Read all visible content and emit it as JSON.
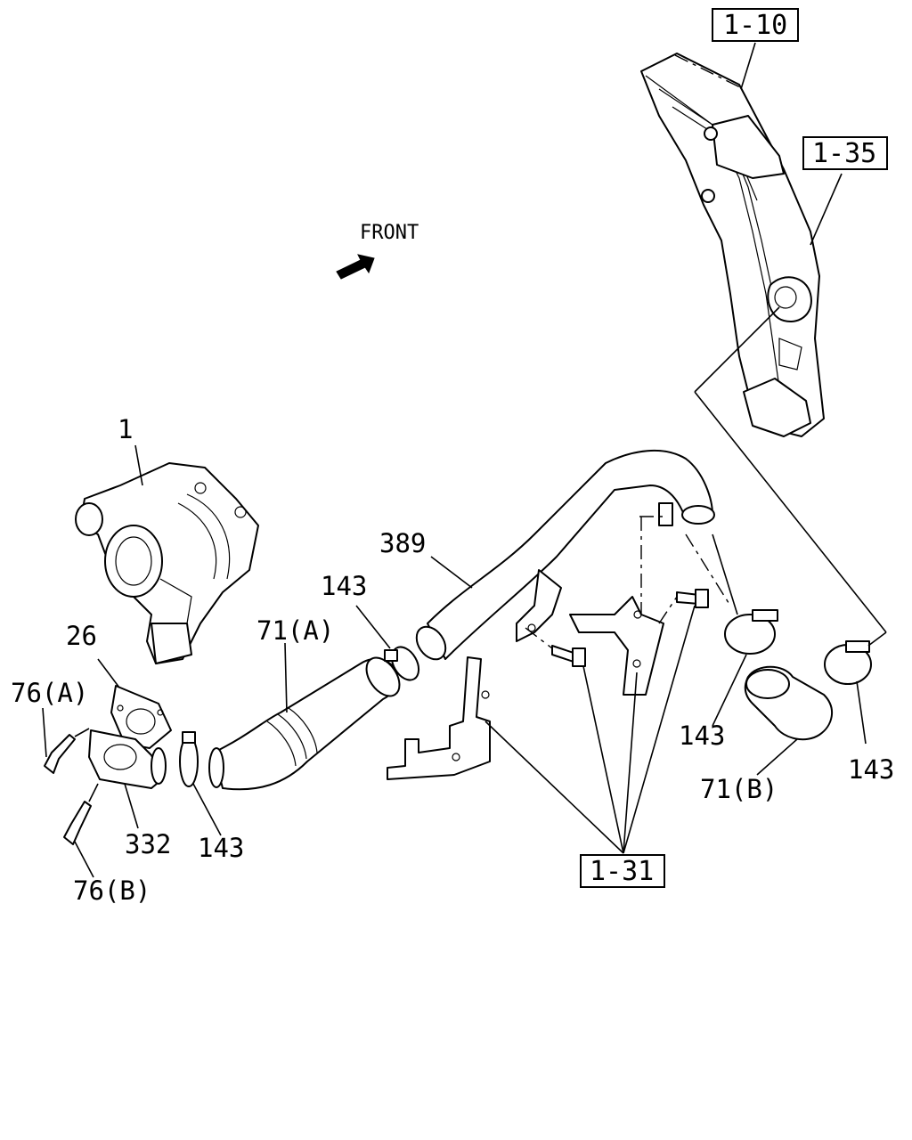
{
  "front_label": "FRONT",
  "refs": {
    "r_1_10": "1-10",
    "r_1_35": "1-35",
    "r_1_31": "1-31"
  },
  "labels": {
    "p1": "1",
    "p389": "389",
    "p143_top": "143",
    "p71a": "71(A)",
    "p26": "26",
    "p76a": "76(A)",
    "p332": "332",
    "p143_mid": "143",
    "p76b": "76(B)",
    "p143_right": "143",
    "p71b": "71(B)",
    "p143_far": "143"
  }
}
